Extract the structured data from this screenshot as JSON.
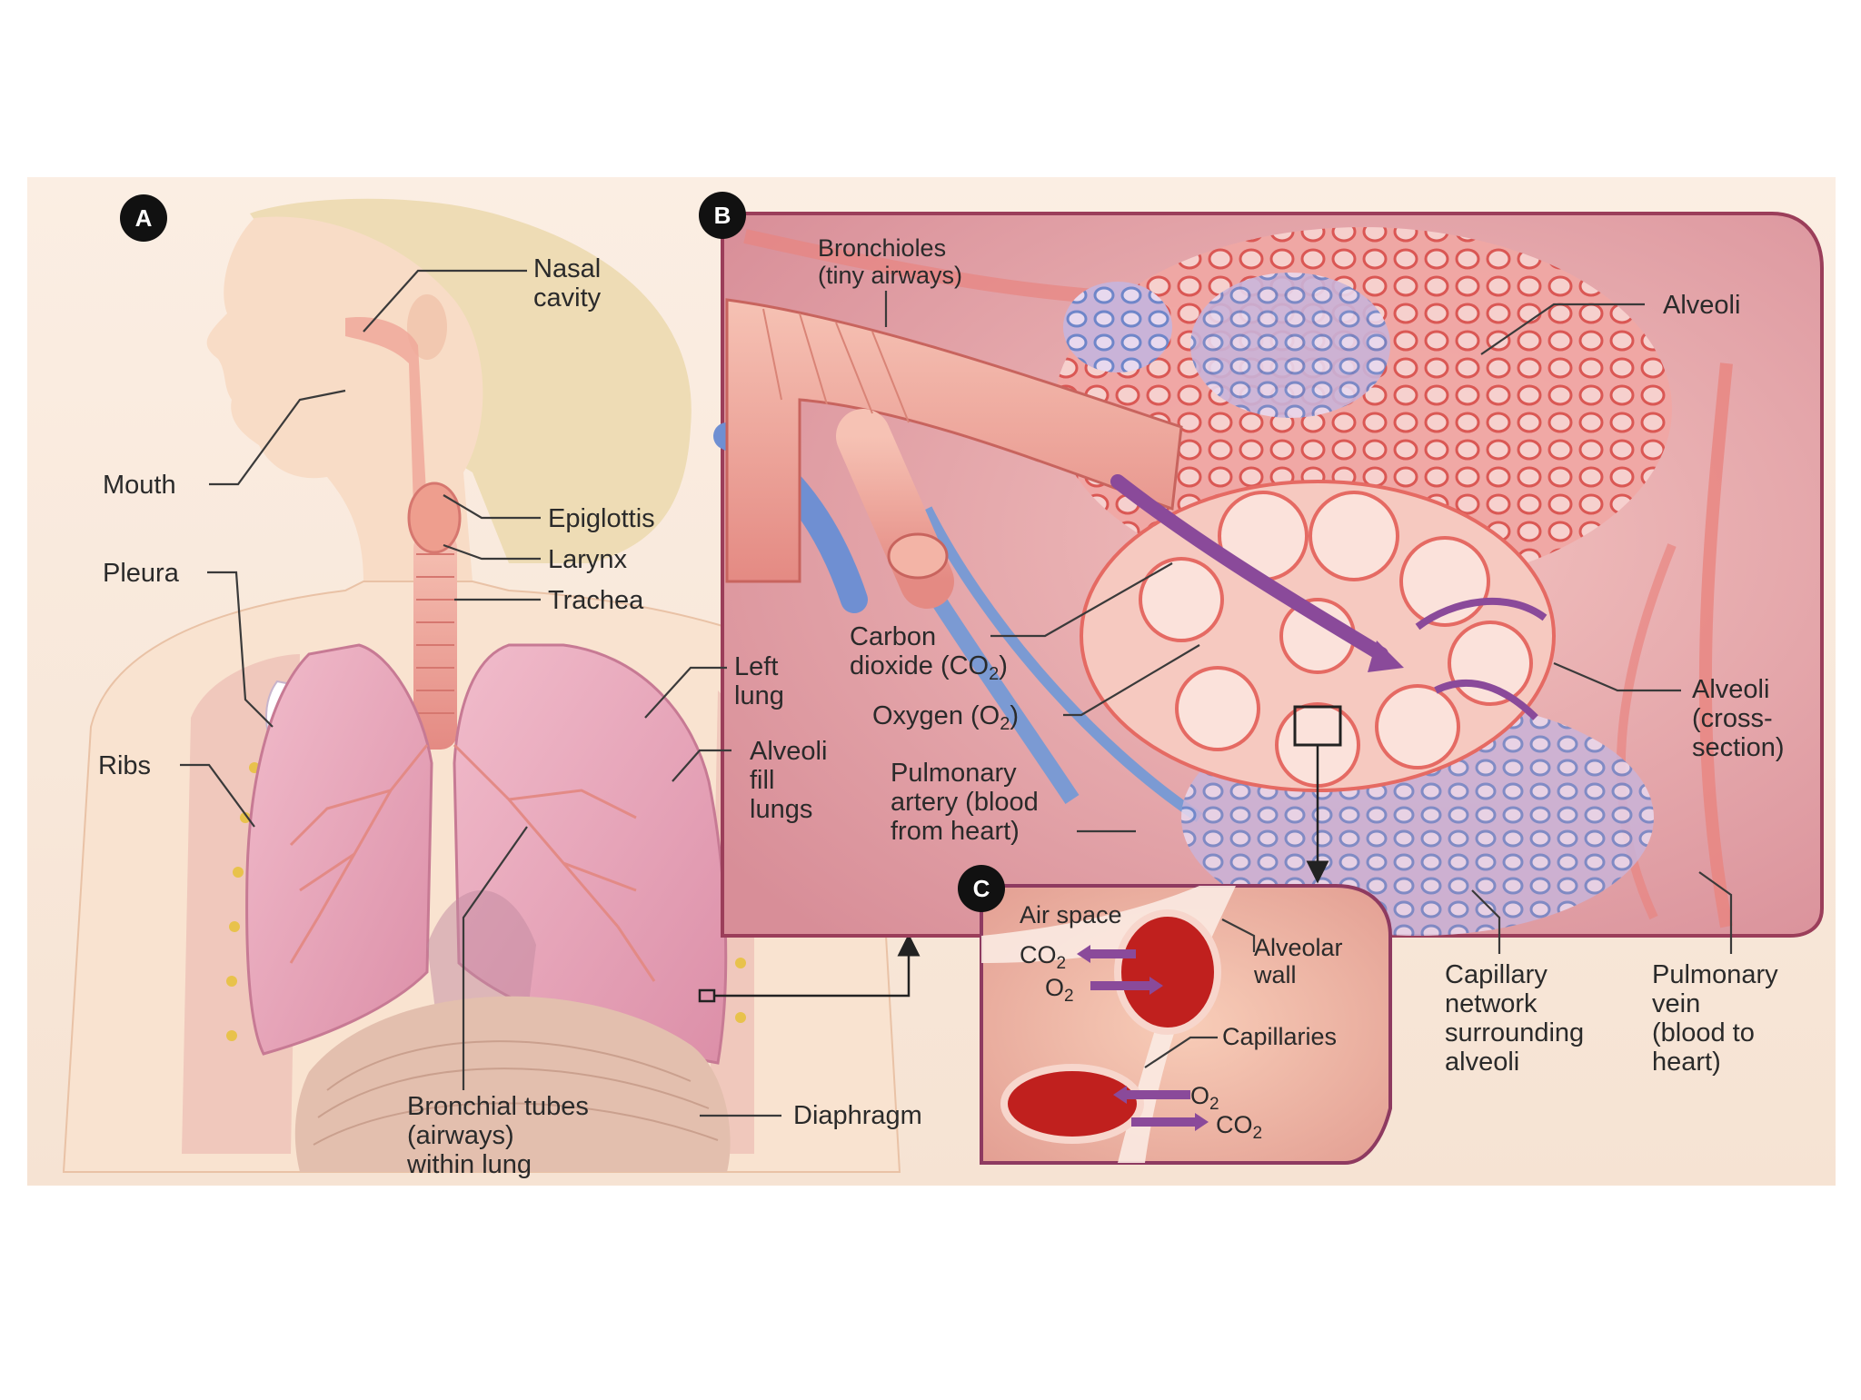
{
  "panels": {
    "a": {
      "badge": "A"
    },
    "b": {
      "badge": "B"
    },
    "c": {
      "badge": "C"
    }
  },
  "labels_a": {
    "nasal_cavity": [
      "Nasal",
      "cavity"
    ],
    "mouth": "Mouth",
    "epiglottis": "Epiglottis",
    "larynx": "Larynx",
    "trachea": "Trachea",
    "pleura": "Pleura",
    "left_lung": [
      "Left",
      "lung"
    ],
    "alveoli_fill_lungs": [
      "Alveoli",
      "fill",
      "lungs"
    ],
    "ribs": "Ribs",
    "bronchial_tubes": [
      "Bronchial tubes",
      "(airways)",
      "within lung"
    ],
    "diaphragm": "Diaphragm"
  },
  "labels_b": {
    "bronchioles": [
      "Bronchioles",
      "(tiny airways)"
    ],
    "alveoli": "Alveoli",
    "carbon_dioxide": [
      "Carbon",
      "dioxide (CO",
      "2",
      ")"
    ],
    "oxygen": [
      "Oxygen (O",
      "2",
      ")"
    ],
    "pulmonary_artery": [
      "Pulmonary",
      "artery (blood",
      "from heart)"
    ],
    "alveoli_cross_section": [
      "Alveoli",
      "(cross-",
      "section)"
    ],
    "capillary_network": [
      "Capillary",
      "network",
      "surrounding",
      "alveoli"
    ],
    "pulmonary_vein": [
      "Pulmonary",
      "vein",
      "(blood to",
      "heart)"
    ]
  },
  "labels_c": {
    "air_space": "Air space",
    "co2_top": [
      "CO",
      "2"
    ],
    "o2_top": [
      "O",
      "2"
    ],
    "alveolar_wall": [
      "Alveolar",
      "wall"
    ],
    "capillaries": "Capillaries",
    "o2_bottom": [
      "O",
      "2"
    ],
    "co2_bottom": [
      "CO",
      "2"
    ]
  },
  "colors": {
    "skin": "#f7dcc4",
    "hair": "#ecd8b0",
    "lung": "#e9a9bd",
    "trachea": "#f0a89a",
    "panel_bg": "#d98c95",
    "alveoli": "#e97c78",
    "vein_blue": "#7b9ad3",
    "arrow_purple": "#8a4a9a",
    "blood": "#c0201e"
  }
}
